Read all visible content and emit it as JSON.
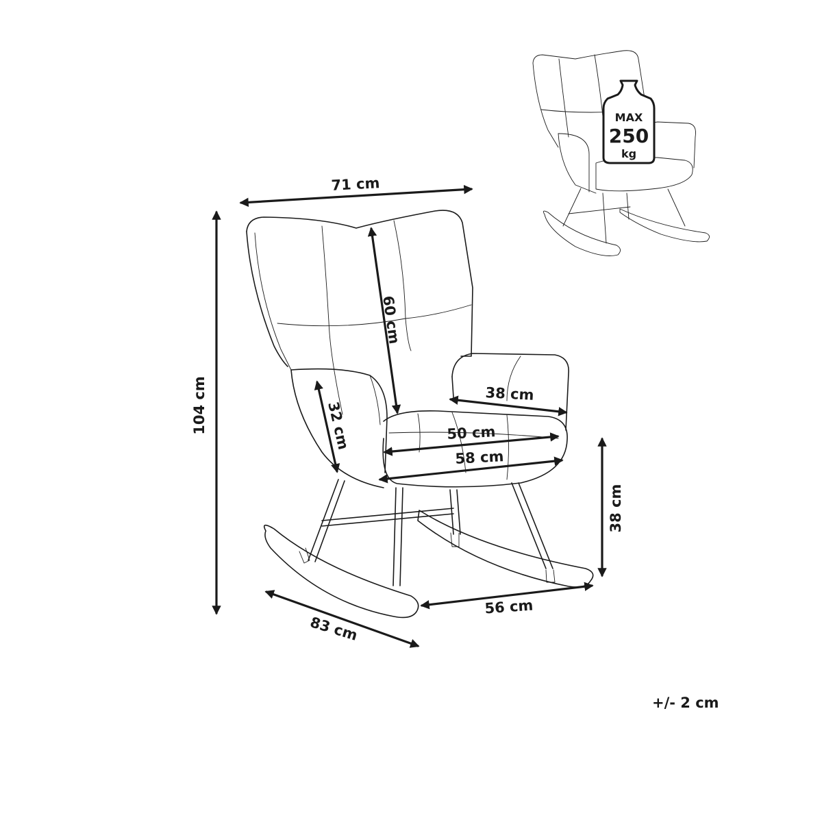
{
  "dimensions": {
    "width": "71 cm",
    "height": "104 cm",
    "backrest_height": "60 cm",
    "armrest_height": "32 cm",
    "armrest_length": "38 cm",
    "seat_width": "50 cm",
    "seat_outer_width": "58 cm",
    "seat_height": "38 cm",
    "rocker_width": "56 cm",
    "depth": "83 cm"
  },
  "load_badge": {
    "line1": "MAX",
    "line2": "250",
    "line3": "kg"
  },
  "tolerance": "+/- 2 cm",
  "colors": {
    "ink": "#1a1a1a",
    "background": "#ffffff"
  }
}
